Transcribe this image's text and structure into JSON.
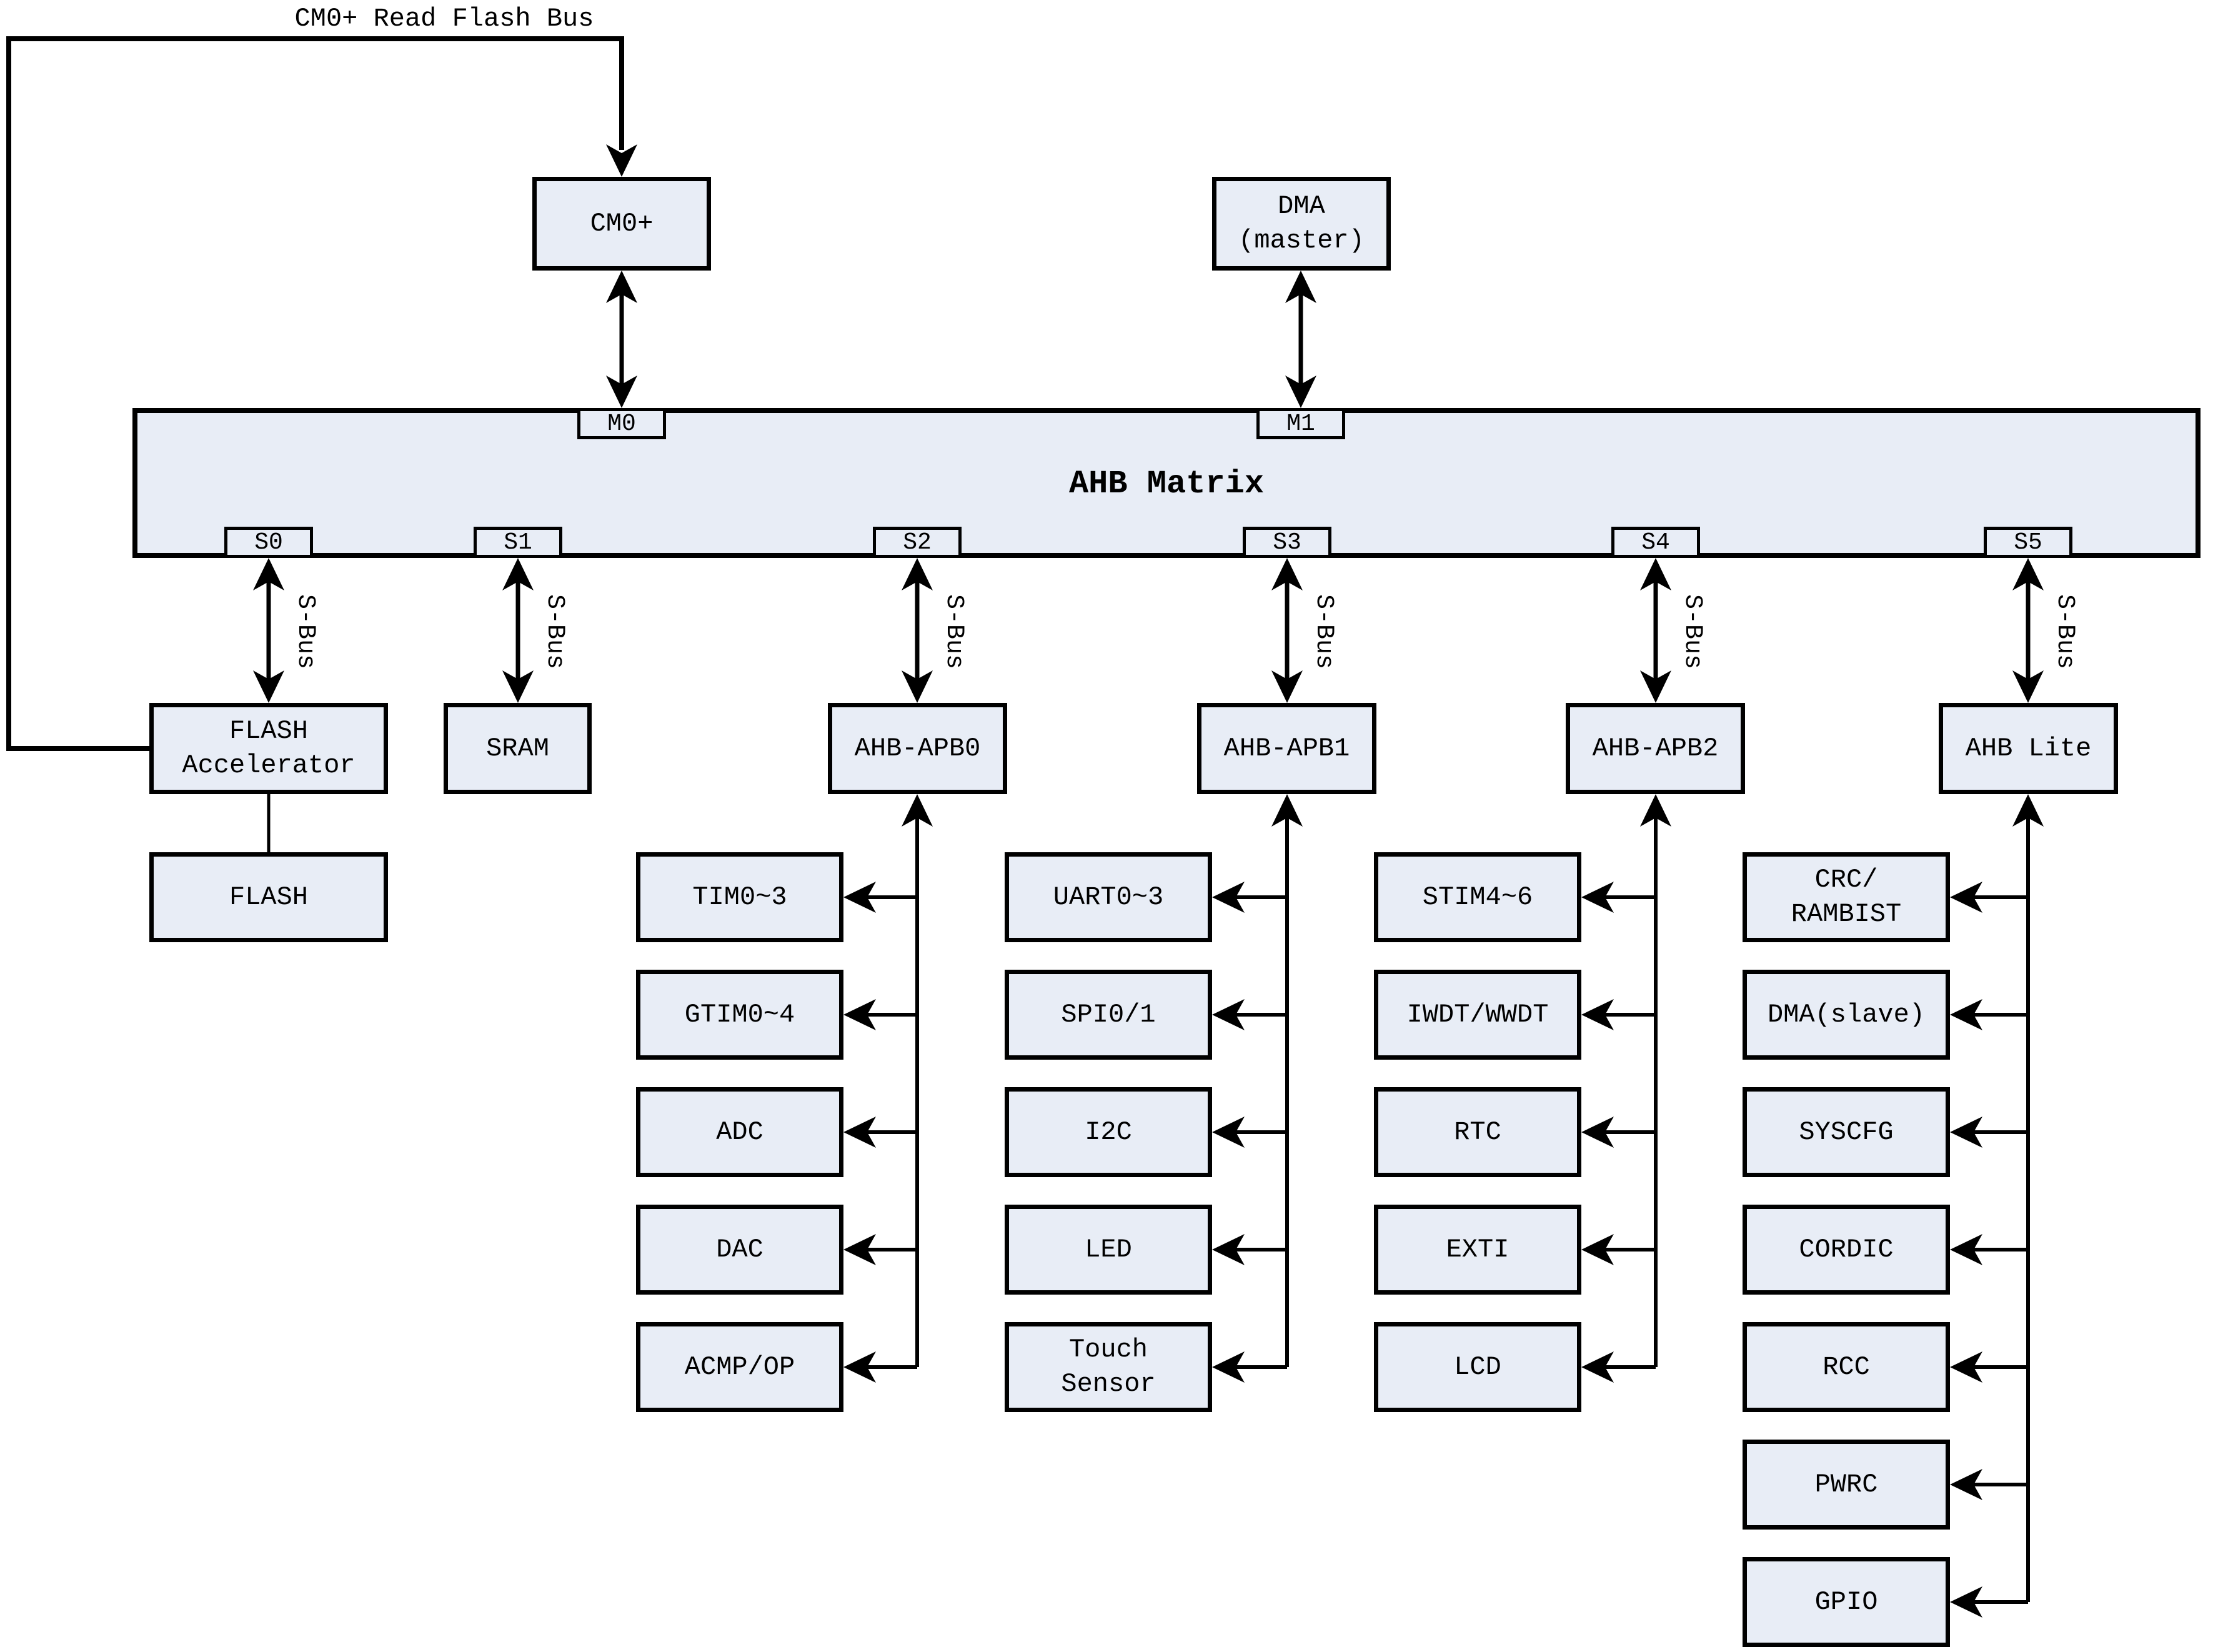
{
  "colors": {
    "box_fill": "#e8edf6",
    "line": "#000000",
    "background": "#ffffff"
  },
  "flash_bus": {
    "label": "CM0+ Read Flash Bus"
  },
  "masters": [
    {
      "label": "CM0+"
    },
    {
      "label": "DMA\n(master)"
    }
  ],
  "matrix": {
    "title": "AHB Matrix",
    "master_ports": [
      {
        "label": "M0"
      },
      {
        "label": "M1"
      }
    ],
    "slave_ports": [
      {
        "label": "S0"
      },
      {
        "label": "S1"
      },
      {
        "label": "S2"
      },
      {
        "label": "S3"
      },
      {
        "label": "S4"
      },
      {
        "label": "S5"
      }
    ]
  },
  "s_bus": [
    "S-Bus",
    "S-Bus",
    "S-Bus",
    "S-Bus",
    "S-Bus",
    "S-Bus"
  ],
  "memory": {
    "flash_accelerator": "FLASH\nAccelerator",
    "flash": "FLASH",
    "sram": "SRAM"
  },
  "bridges": [
    {
      "label": "AHB-APB0",
      "peripherals": [
        "TIM0~3",
        "GTIM0~4",
        "ADC",
        "DAC",
        "ACMP/OP"
      ]
    },
    {
      "label": "AHB-APB1",
      "peripherals": [
        "UART0~3",
        "SPI0/1",
        "I2C",
        "LED",
        "Touch\nSensor"
      ]
    },
    {
      "label": "AHB-APB2",
      "peripherals": [
        "STIM4~6",
        "IWDT/WWDT",
        "RTC",
        "EXTI",
        "LCD"
      ]
    },
    {
      "label": "AHB Lite",
      "peripherals": [
        "CRC/\nRAMBIST",
        "DMA(slave)",
        "SYSCFG",
        "CORDIC",
        "RCC",
        "PWRC",
        "GPIO"
      ]
    }
  ]
}
